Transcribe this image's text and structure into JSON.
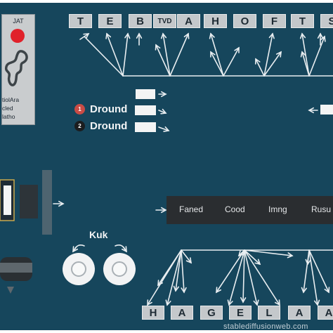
{
  "top_letters": [
    {
      "text": "T"
    },
    {
      "text": "E"
    },
    {
      "text": "B"
    },
    {
      "text": "TVD"
    },
    {
      "text": "A"
    },
    {
      "text": "H"
    },
    {
      "text": "O"
    },
    {
      "text": "F"
    },
    {
      "text": "T"
    },
    {
      "text": "S"
    }
  ],
  "bottom_letters": [
    {
      "text": "H"
    },
    {
      "text": "A"
    },
    {
      "text": "G"
    },
    {
      "text": "E"
    },
    {
      "text": "L"
    },
    {
      "text": "A"
    },
    {
      "text": "A"
    }
  ],
  "info_panel": {
    "title": "JAT",
    "lines": [
      "tiolAra",
      "cled",
      "latho"
    ],
    "status_color": "#e0222b"
  },
  "signals": [
    {
      "badge": "1",
      "label": "Dround",
      "badge_color": "#c94b45"
    },
    {
      "badge": "2",
      "label": "Dround",
      "badge_color": "#1b1d1f"
    }
  ],
  "steps": [
    "Faned",
    "Cood",
    "Imng",
    "Rusu"
  ],
  "kuk_label": "Kuk",
  "watermark": "stablediffusionweb.com",
  "colors": {
    "board_background": "#16465c",
    "letter_box": "#c4c8cb",
    "wire": "#e9eef1",
    "step_bar": "#2a2d30"
  }
}
